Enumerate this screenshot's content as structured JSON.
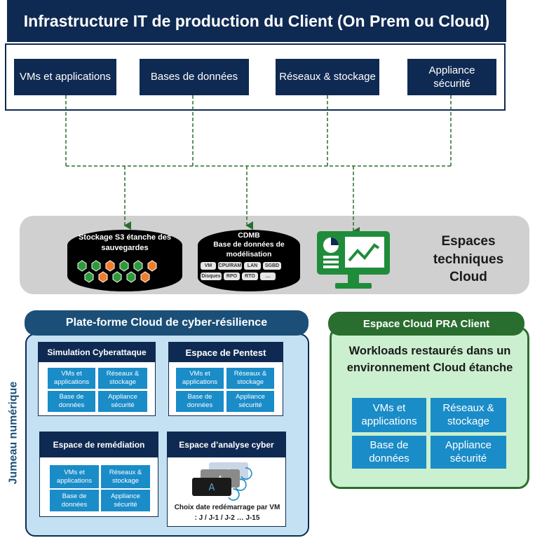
{
  "header": {
    "title": "Infrastructure IT de production du Client (On Prem ou Cloud)"
  },
  "infra_items": [
    {
      "label": "VMs et applications"
    },
    {
      "label": "Bases de données"
    },
    {
      "label": "Réseaux & stockage"
    },
    {
      "label": "Appliance sécurité"
    }
  ],
  "cloud": {
    "label": "Espaces techniques Cloud",
    "s3": {
      "label": "Stockage S3 étanche des sauvegardes"
    },
    "cdmb": {
      "title": "CDMB",
      "subtitle": "Base de données de modélisation",
      "chips": [
        "VM",
        "CPU/RAM",
        "LAN",
        "SGBD",
        "Disques",
        "RPO",
        "RTO",
        "…"
      ]
    }
  },
  "cyber_platform": {
    "title": "Plate-forme Cloud de cyber-résilience",
    "side_label": "Jumeau numérique",
    "spaces": [
      {
        "title": "Simulation Cyberattaque",
        "tiles": [
          "VMs et applications",
          "Réseaux & stockage",
          "Base de données",
          "Appliance sécurité"
        ]
      },
      {
        "title": "Espace de Pentest",
        "tiles": [
          "VMs et applications",
          "Réseaux & stockage",
          "Base de données",
          "Appliance sécurité"
        ]
      },
      {
        "title": "Espace de remédiation",
        "tiles": [
          "VMs et applications",
          "Réseaux & stockage",
          "Base de données",
          "Appliance sécurité"
        ]
      }
    ],
    "analysis": {
      "title": "Espace d’analyse cyber",
      "caption": "Choix date redémarrage par VM : J / J-1 / J-2 … J-15"
    }
  },
  "pra": {
    "title": "Espace Cloud PRA Client",
    "description": "Workloads restaurés dans un environnement Cloud étanche",
    "tiles": [
      "VMs et applications",
      "Réseaux & stockage",
      "Base de données",
      "Appliance sécurité"
    ]
  },
  "colors": {
    "navy": "#0f2a52",
    "tile_blue": "#1a8cc8",
    "green_dark": "#2a6e2f",
    "hex_green": "#2d9a3a",
    "hex_orange": "#f07d2a",
    "monitor_green": "#1f8c3b"
  }
}
